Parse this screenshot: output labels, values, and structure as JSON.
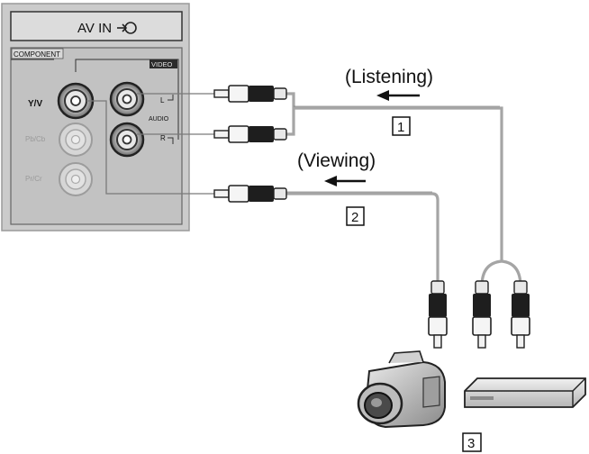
{
  "panel": {
    "header_label": "AV IN",
    "component_label": "COMPONENT",
    "video_label": "VIDEO",
    "jack_labels": {
      "y_v": "Y/V",
      "pb_cb": "Pb/Cb",
      "pr_cr": "Pr/Cr",
      "l": "L",
      "audio": "AUDIO",
      "r": "R"
    }
  },
  "annotations": {
    "listening": "(Listening)",
    "viewing": "(Viewing)"
  },
  "callouts": {
    "one": "1",
    "two": "2",
    "three": "3"
  },
  "icons": {
    "input": "av-input-icon",
    "camcorder": "camcorder-icon",
    "device": "av-device-icon",
    "arrow": "left-arrow-icon"
  },
  "colors": {
    "panel_bg": "#cbcbcb",
    "panel_border": "#8c8c8c",
    "cable": "#a5a5a5",
    "ink": "#111111"
  }
}
